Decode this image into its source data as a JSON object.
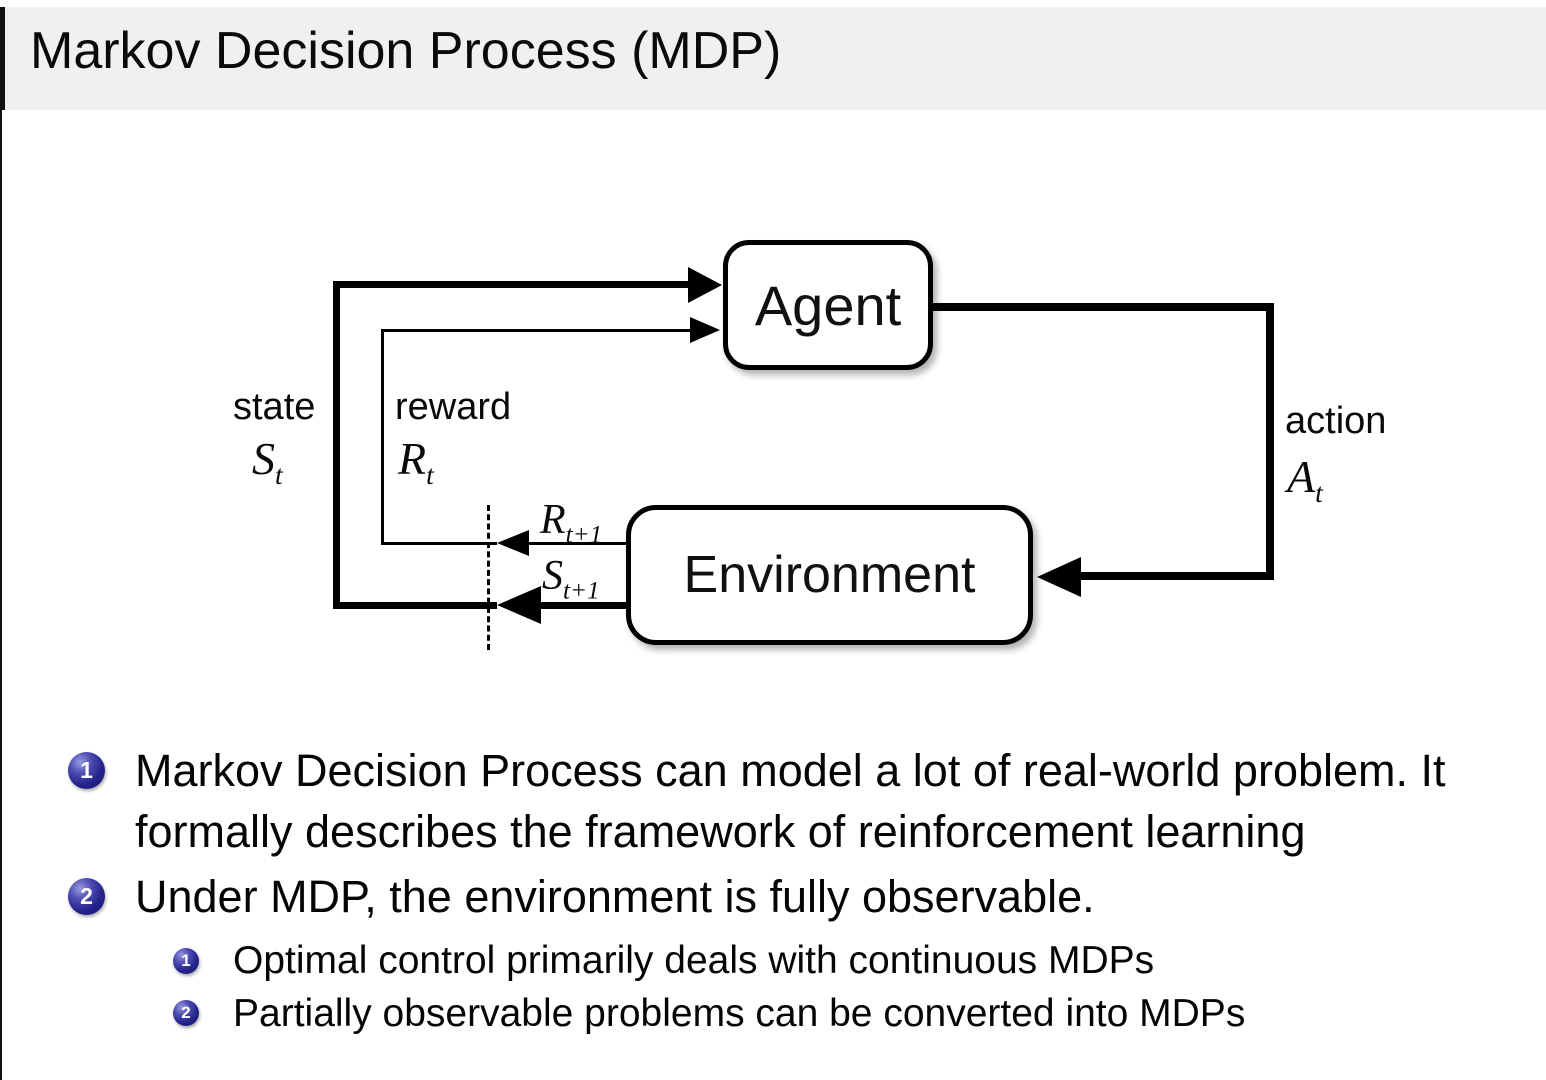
{
  "slide": {
    "title": "Markov Decision Process (MDP)"
  },
  "diagram": {
    "agent_label": "Agent",
    "environment_label": "Environment",
    "state_word": "state",
    "state_symbol": {
      "base": "S",
      "sub": "t"
    },
    "reward_word": "reward",
    "reward_symbol": {
      "base": "R",
      "sub": "t"
    },
    "action_word": "action",
    "action_symbol": {
      "base": "A",
      "sub": "t"
    },
    "next_reward_symbol": {
      "base": "R",
      "sub": "t+1"
    },
    "next_state_symbol": {
      "base": "S",
      "sub": "t+1"
    }
  },
  "bullets": [
    {
      "number": "1",
      "lines": [
        "Markov Decision Process can model a lot of real-world problem. It",
        "formally describes the framework of reinforcement learning"
      ]
    },
    {
      "number": "2",
      "lines": [
        "Under MDP, the environment is fully observable."
      ],
      "sub_bullets": [
        {
          "number": "1",
          "text": "Optimal control primarily deals with continuous MDPs"
        },
        {
          "number": "2",
          "text": "Partially observable problems can be converted into MDPs"
        }
      ]
    }
  ],
  "colors": {
    "title_band_bg": "#f0f0f0",
    "bullet_ball": "#23238c",
    "text": "#111111",
    "diagram_line": "#000000"
  }
}
